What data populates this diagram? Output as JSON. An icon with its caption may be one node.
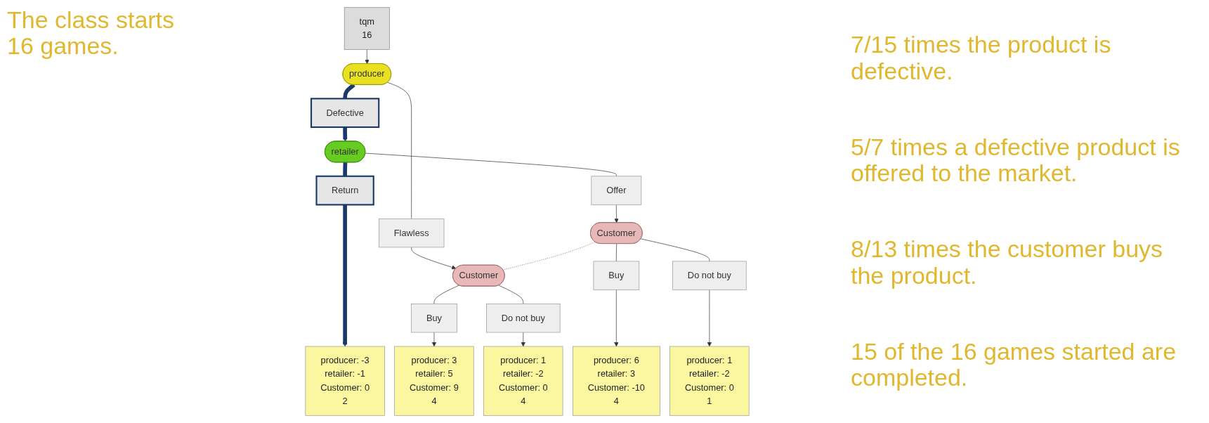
{
  "diagram": {
    "nodes": [
      {
        "text": [
          "tqm",
          "16"
        ]
      },
      {
        "text": [
          "producer"
        ]
      },
      {
        "text": [
          "Defective"
        ]
      },
      {
        "text": [
          "Flawless"
        ]
      },
      {
        "text": [
          "retailer"
        ]
      },
      {
        "text": [
          "Return"
        ]
      },
      {
        "text": [
          "Offer"
        ]
      },
      {
        "text": [
          "Customer"
        ]
      },
      {
        "text": [
          "Customer"
        ]
      },
      {
        "text": [
          "Buy"
        ]
      },
      {
        "text": [
          "Do not buy"
        ]
      },
      {
        "text": [
          "Buy"
        ]
      },
      {
        "text": [
          "Do not buy"
        ]
      },
      {
        "text": [
          "producer: -3",
          "retailer: -1",
          "Customer: 0",
          "2"
        ]
      },
      {
        "text": [
          "producer: 6",
          "retailer: 3",
          "Customer: -10",
          "4"
        ]
      },
      {
        "text": [
          "producer: 1",
          "retailer: -2",
          "Customer: 0",
          "1"
        ]
      },
      {
        "text": [
          "producer: 3",
          "retailer: 5",
          "Customer: 9",
          "4"
        ]
      },
      {
        "text": [
          "producer: 1",
          "retailer: -2",
          "Customer: 0",
          "4"
        ]
      }
    ],
    "edges": [
      {
        "from": 0,
        "to": 1,
        "arrow": "to"
      },
      {
        "from": 1,
        "to": 2,
        "arrow": "none",
        "style": "thick",
        "color": "#1b3a6b"
      },
      {
        "from": 1,
        "to": 3,
        "arrow": "none"
      },
      {
        "from": 2,
        "to": 4,
        "arrow": "to",
        "style": "thick",
        "color": "#1b3a6b"
      },
      {
        "from": 4,
        "to": 5,
        "arrow": "none",
        "style": "thick",
        "color": "#1b3a6b"
      },
      {
        "from": 4,
        "to": 6,
        "arrow": "none"
      },
      {
        "from": 5,
        "to": 13,
        "arrow": "to",
        "style": "thick",
        "color": "#1b3a6b"
      },
      {
        "from": 6,
        "to": 7,
        "arrow": "to"
      },
      {
        "from": 3,
        "to": 8,
        "arrow": "to"
      },
      {
        "from": 7,
        "to": 8,
        "arrow": "none",
        "style": "dashed",
        "color": "#a06868"
      },
      {
        "from": 7,
        "to": 9,
        "arrow": "none"
      },
      {
        "from": 7,
        "to": 10,
        "arrow": "none"
      },
      {
        "from": 8,
        "to": 11,
        "arrow": "none"
      },
      {
        "from": 8,
        "to": 12,
        "arrow": "none"
      },
      {
        "from": 9,
        "to": 14,
        "arrow": "to"
      },
      {
        "from": 10,
        "to": 15,
        "arrow": "to"
      },
      {
        "from": 11,
        "to": 16,
        "arrow": "to"
      },
      {
        "from": 12,
        "to": 17,
        "arrow": "to"
      }
    ],
    "labels": [
      "The class starts 16 games.",
      "7/15 times the product is defective.",
      "5/7 times a defective product is offered to the market.",
      "8/13 times the customer buys the product.",
      "15 of the 16 games started are completed."
    ]
  }
}
